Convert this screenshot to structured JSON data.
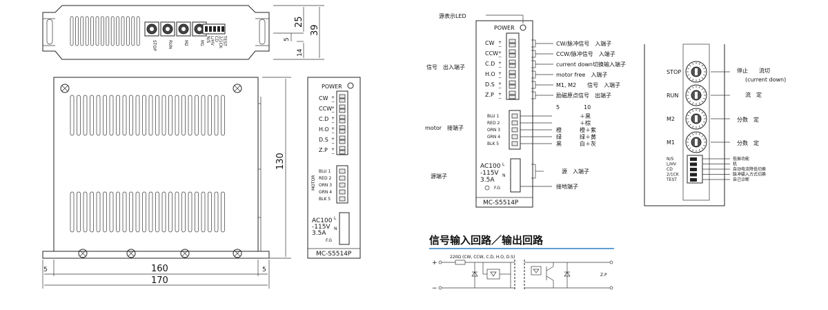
{
  "dimensions": {
    "d25": "25",
    "d39": "39",
    "d5": "5",
    "d14": "14",
    "d130": "130",
    "d160": "160",
    "d170": "170",
    "d5_left": "5",
    "d5_right": "5"
  },
  "top_view": {
    "switch_labels": [
      "STOP",
      "RUN",
      "M2",
      "M1"
    ],
    "dip_labels": [
      "N/S",
      "L/HV",
      "CD",
      "2/1CK",
      "TEST"
    ]
  },
  "front_small": {
    "power": "POWER",
    "terminals": [
      "CW",
      "CCW",
      "C.D",
      "H.O",
      "D.S",
      "Z.P"
    ],
    "motor_pins": [
      "BLU 1",
      "RED 2",
      "ORN 3",
      "GRN 4",
      "BLK 5"
    ],
    "motor_tag": "MOTOR",
    "ac": [
      "AC100",
      "-115V",
      "3.5A"
    ],
    "ac_pins": [
      "L",
      "N"
    ],
    "fg": "F.G",
    "model": "MC-S5514P"
  },
  "front_large": {
    "led_label": "源表示LED",
    "power": "POWER",
    "terminals": [
      "CW",
      "CCW",
      "C.D",
      "H.O",
      "D.S",
      "Z.P"
    ],
    "signal_desc": [
      "CW/脉冲信号　入端子",
      "CCW/脉冲信号　入端子",
      "current  down切换输入端子",
      "motor  free　入端子",
      "M1,  M2　　信号　入端子",
      "励磁原点信号　出端子"
    ],
    "signal_group": "信号　出入端子",
    "motor_group": "motor　接端子",
    "motor_header": [
      "5",
      "10"
    ],
    "motor_colors_5": [
      "",
      "",
      "橙",
      "绿",
      "黑"
    ],
    "motor_colors_10": [
      "＋黑",
      "＋棕",
      "橙＋紫",
      "绿＋黄",
      "白＋灰"
    ],
    "motor_pins": [
      "BLU 1",
      "RED 2",
      "ORN 3",
      "GRN 4",
      "BLK 5"
    ],
    "power_group": "源端子",
    "power_desc": "源　入端子",
    "ground_desc": "接地端子",
    "ac": [
      "AC100",
      "-115V",
      "3.5A"
    ],
    "ac_pins": [
      "L",
      "N"
    ],
    "fg": "F.G",
    "model": "MC-S5514P"
  },
  "switch_panel": {
    "labels": [
      "STOP",
      "RUN",
      "M2",
      "M1"
    ],
    "desc": [
      "停止　　流切",
      "(current  down)",
      "流　定",
      "分数　定",
      "分数　定"
    ],
    "dip_labels": [
      "N/S",
      "L/HV",
      "CD",
      "2/1CK",
      "TEST"
    ],
    "dip_desc": [
      "低振功能",
      "机",
      "自动电流降低切换",
      "脉冲输入方式切换",
      "自己诊断"
    ]
  },
  "circuit": {
    "title": "信号输入回路／输出回路",
    "resistor_note": "220Ω (CW, CCW, C.D, H.O, D.S)",
    "plus": "+",
    "minus": "−",
    "zp": "Z.P"
  },
  "colors": {
    "title_rule": "#2b7fc4"
  }
}
